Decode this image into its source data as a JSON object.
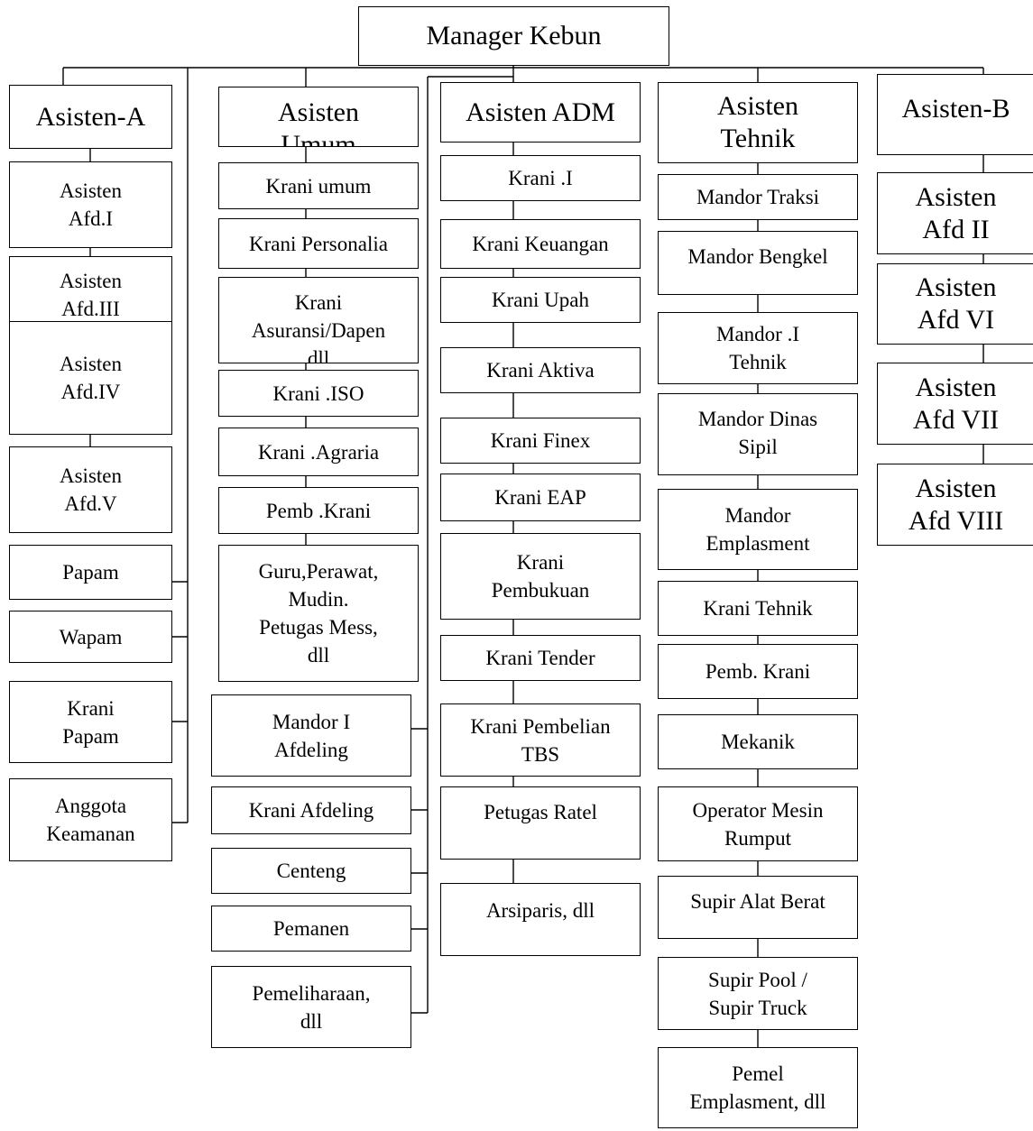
{
  "diagram": {
    "root": "Manager Kebun",
    "columns": [
      {
        "head": "Asisten-A",
        "items": [
          "Asisten\nAfd.I",
          "Asisten\nAfd.III",
          "Asisten\nAfd.IV",
          "Asisten\nAfd.V",
          "Papam",
          "Wapam",
          "Krani\nPapam",
          "Anggota\nKeamanan"
        ]
      },
      {
        "head": "Asisten\nUmum",
        "items": [
          "Krani umum",
          "Krani Personalia",
          "Krani\nAsuransi/Dapen\ndll",
          "Krani .ISO",
          "Krani .Agraria",
          "Pemb .Krani",
          "Guru,Perawat,\nMudin.\nPetugas Mess,\ndll",
          "Mandor I\nAfdeling",
          "Krani Afdeling",
          "Centeng",
          "Pemanen",
          "Pemeliharaan,\ndll"
        ]
      },
      {
        "head": "Asisten ADM",
        "items": [
          "Krani .I",
          "Krani Keuangan",
          "Krani Upah",
          "Krani Aktiva",
          "Krani Finex",
          "Krani EAP",
          "Krani\nPembukuan",
          "Krani Tender",
          "Krani Pembelian\nTBS",
          "Petugas Ratel",
          "Arsiparis, dll"
        ]
      },
      {
        "head": "Asisten\nTehnik",
        "items": [
          "Mandor Traksi",
          "Mandor Bengkel",
          "Mandor .I\nTehnik",
          "Mandor Dinas\nSipil",
          "Mandor\nEmplasment",
          "Krani Tehnik",
          "Pemb. Krani",
          "Mekanik",
          "Operator Mesin\nRumput",
          "Supir Alat Berat",
          "Supir Pool /\nSupir Truck",
          "Pemel\nEmplasment, dll"
        ]
      },
      {
        "head": "Asisten-B",
        "items": [
          "Asisten\nAfd II",
          "Asisten\nAfd VI",
          "Asisten\nAfd VII",
          "Asisten\nAfd VIII"
        ]
      }
    ]
  }
}
